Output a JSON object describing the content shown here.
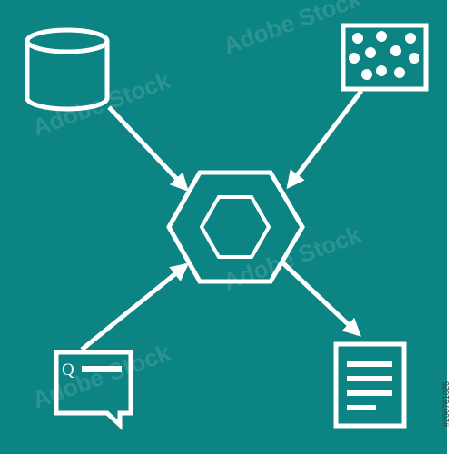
{
  "colors": {
    "background": "#0d8484",
    "stroke": "#ffffff",
    "border": "#ffffff"
  },
  "icons": {
    "center": "hexagon-icon",
    "top_left": "database-icon",
    "top_right": "dot-grid-icon",
    "bottom_left": "search-chat-icon",
    "bottom_right": "document-icon"
  },
  "search_letter": "Q",
  "watermark": "Adobe Stock",
  "stock_id": "#200761026"
}
